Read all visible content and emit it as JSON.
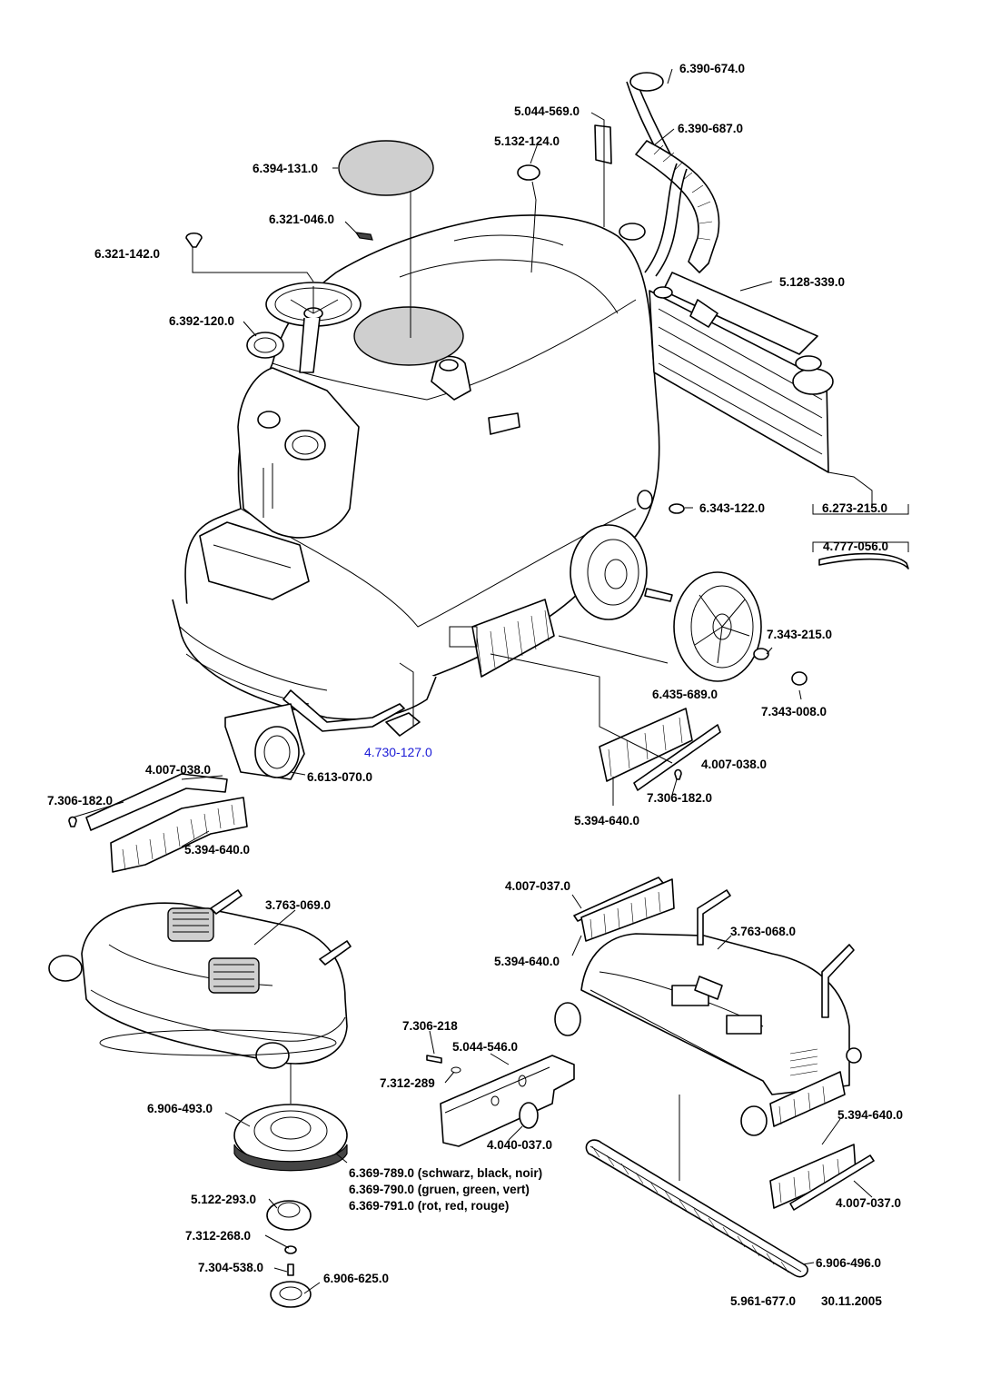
{
  "parts": {
    "p6390674": "6.390-674.0",
    "p5044569": "5.044-569.0",
    "p6390687": "6.390-687.0",
    "p5132124": "5.132-124.0",
    "p6394131": "6.394-131.0",
    "p6321046": "6.321-046.0",
    "p6321142": "6.321-142.0",
    "p5128339": "5.128-339.0",
    "p6392120": "6.392-120.0",
    "p6343122": "6.343-122.0",
    "p6273215": "6.273-215.0",
    "p4777056": "4.777-056.0",
    "p7343215": "7.343-215.0",
    "p6435689": "6.435-689.0",
    "p7343008": "7.343-008.0",
    "p4730127": "4.730-127.0",
    "p4007038_left": "4.007-038.0",
    "p6613070": "6.613-070.0",
    "p4007038_right": "4.007-038.0",
    "p7306182_left": "7.306-182.0",
    "p7306182_right": "7.306-182.0",
    "p5394640_a": "5.394-640.0",
    "p5394640_b": "5.394-640.0",
    "p4007037_top": "4.007-037.0",
    "p3763069": "3.763-069.0",
    "p3763068": "3.763-068.0",
    "p5394640_c": "5.394-640.0",
    "p7306218": "7.306-218",
    "p5044546": "5.044-546.0",
    "p7312289": "7.312-289",
    "p6906493": "6.906-493.0",
    "p4040037": "4.040-037.0",
    "p5394640_d": "5.394-640.0",
    "p6369789": "6.369-789.0 (schwarz, black, noir)",
    "p6369790": "6.369-790.0 (gruen, green, vert)",
    "p6369791": "6.369-791.0 (rot, red, rouge)",
    "p5122293": "5.122-293.0",
    "p4007037_bottom": "4.007-037.0",
    "p7312268": "7.312-268.0",
    "p6906496": "6.906-496.0",
    "p7304538": "7.304-538.0",
    "p6906625": "6.906-625.0"
  },
  "footer": {
    "doc_number": "5.961-677.0",
    "date": "30.11.2005"
  },
  "colors": {
    "link": "#1a1ad6",
    "shaded_part": "#cfcfcf"
  }
}
